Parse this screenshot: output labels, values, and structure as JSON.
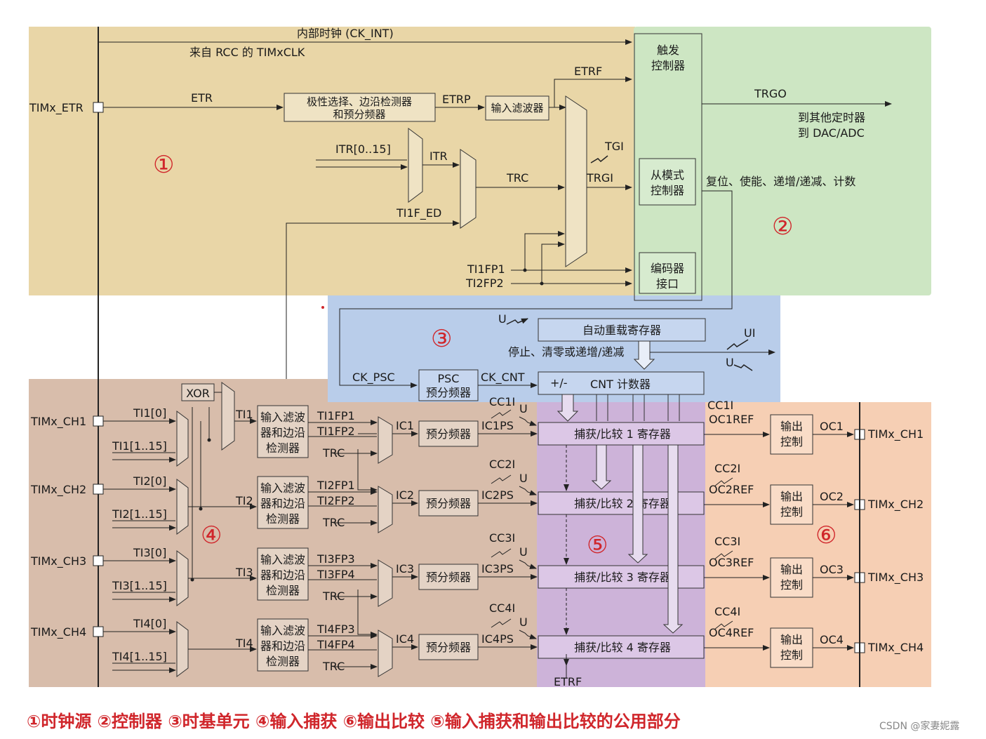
{
  "colors": {
    "clock_source": "#e9d6a7",
    "controller": "#cde6c3",
    "time_base": "#b9cdea",
    "input_capture": "#d8bdab",
    "common": "#cdb3d9",
    "output_compare": "#f6cfb4",
    "marker": "#d0262b"
  },
  "markers": [
    "①",
    "②",
    "③",
    "④",
    "⑤",
    "⑥"
  ],
  "clock": {
    "ck_int": "内部时钟 (CK_INT)",
    "rcc": "来自 RCC 的 TIMxCLK",
    "etr_pin": "TIMx_ETR",
    "etr": "ETR",
    "polarity": "极性选择、边沿检测器",
    "prescaler": "和预分频器",
    "etrp": "ETRP",
    "filter": "输入滤波器",
    "etrf": "ETRF",
    "itr_in": "ITR[0..15]",
    "itr": "ITR",
    "trc": "TRC",
    "ti1f_ed": "TI1F_ED",
    "tgi": "TGI",
    "trgi": "TRGI",
    "ti1fp1": "TI1FP1",
    "ti2fp2": "TI2FP2"
  },
  "controller": {
    "trigger_1": "触发",
    "trigger_2": "控制器",
    "trgo": "TRGO",
    "to_timers": "到其他定时器",
    "to_dac": "到 DAC/ADC",
    "slave_1": "从模式",
    "slave_2": "控制器",
    "slave_actions": "复位、使能、递增/递减、计数",
    "encoder_1": "编码器",
    "encoder_2": "接口"
  },
  "timebase": {
    "u": "U",
    "arr": "自动重载寄存器",
    "stop_clear": "停止、清零或递增/递减",
    "ui": "UI",
    "u2": "U",
    "ck_psc": "CK_PSC",
    "psc_1": "PSC",
    "psc_2": "预分频器",
    "ck_cnt": "CK_CNT",
    "plus_minus": "+/-",
    "cnt": "CNT 计数器"
  },
  "input": {
    "xor": "XOR",
    "filter_1": "输入滤波",
    "filter_2": "器和边沿",
    "filter_3": "检测器",
    "prescaler": "预分频器",
    "trc": "TRC",
    "channels": [
      {
        "pin": "TIMx_CH1",
        "ti0": "TI1[0]",
        "tin": "TI1[1..15]",
        "ti": "TI1",
        "fpa": "TI1FP1",
        "fpb": "TI1FP2",
        "ic": "IC1",
        "icps": "IC1PS",
        "cci": "CC1I",
        "u": "U"
      },
      {
        "pin": "TIMx_CH2",
        "ti0": "TI2[0]",
        "tin": "TI2[1..15]",
        "ti": "TI2",
        "fpa": "TI2FP1",
        "fpb": "TI2FP2",
        "ic": "IC2",
        "icps": "IC2PS",
        "cci": "CC2I",
        "u": "U"
      },
      {
        "pin": "TIMx_CH3",
        "ti0": "TI3[0]",
        "tin": "TI3[1..15]",
        "ti": "TI3",
        "fpa": "TI3FP3",
        "fpb": "TI3FP4",
        "ic": "IC3",
        "icps": "IC3PS",
        "cci": "CC3I",
        "u": "U"
      },
      {
        "pin": "TIMx_CH4",
        "ti0": "TI4[0]",
        "tin": "TI4[1..15]",
        "ti": "TI4",
        "fpa": "TI4FP3",
        "fpb": "TI4FP4",
        "ic": "IC4",
        "icps": "IC4PS",
        "cci": "CC4I",
        "u": "U"
      }
    ]
  },
  "compare": {
    "registers": [
      "捕获/比较 1 寄存器",
      "捕获/比较 2 寄存器",
      "捕获/比较 3 寄存器",
      "捕获/比较 4 寄存器"
    ],
    "etrf": "ETRF"
  },
  "output": {
    "ctrl_1": "输出",
    "ctrl_2": "控制",
    "channels": [
      {
        "cci": "CC1I",
        "ref": "OC1REF",
        "oc": "OC1",
        "pin": "TIMx_CH1"
      },
      {
        "cci": "CC2I",
        "ref": "OC2REF",
        "oc": "OC2",
        "pin": "TIMx_CH2"
      },
      {
        "cci": "CC3I",
        "ref": "OC3REF",
        "oc": "OC3",
        "pin": "TIMx_CH3"
      },
      {
        "cci": "CC4I",
        "ref": "OC4REF",
        "oc": "OC4",
        "pin": "TIMx_CH4"
      }
    ]
  },
  "caption": "①时钟源  ②控制器  ③时基单元  ④输入捕获  ⑥输出比较  ⑤输入捕获和输出比较的公用部分",
  "watermark": "CSDN @家妻妮露"
}
